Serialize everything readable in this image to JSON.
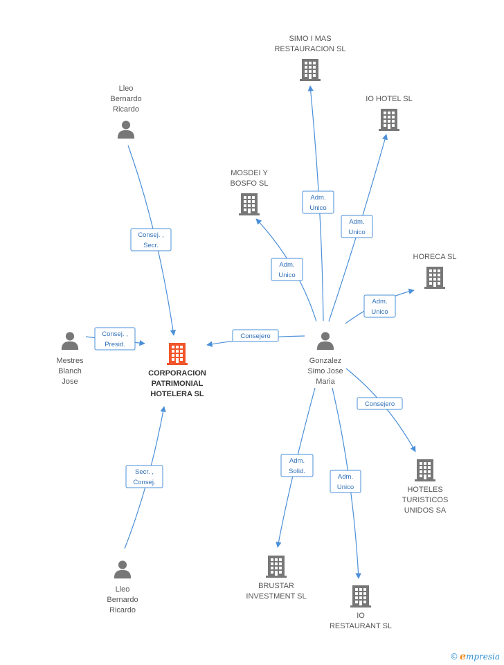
{
  "nodes": [
    {
      "id": "corporacion",
      "type": "company",
      "main": true,
      "label": [
        "CORPORACION",
        "PATRIMONIAL",
        "HOTELERA SL"
      ]
    },
    {
      "id": "lleo-top",
      "type": "person",
      "label": [
        "Lleo",
        "Bernardo",
        "Ricardo"
      ]
    },
    {
      "id": "mestres",
      "type": "person",
      "label": [
        "Mestres",
        "Blanch",
        "Jose"
      ]
    },
    {
      "id": "lleo-bottom",
      "type": "person",
      "label": [
        "Lleo",
        "Bernardo",
        "Ricardo"
      ]
    },
    {
      "id": "gonzalez",
      "type": "person",
      "label": [
        "Gonzalez",
        "Simo Jose",
        "Maria"
      ]
    },
    {
      "id": "simo-i-mas",
      "type": "company",
      "label": [
        "SIMO I MAS",
        "RESTAURACION SL"
      ]
    },
    {
      "id": "io-hotel",
      "type": "company",
      "label": [
        "IO HOTEL SL"
      ]
    },
    {
      "id": "mosdei",
      "type": "company",
      "label": [
        "MOSDEI Y",
        "BOSFO SL"
      ]
    },
    {
      "id": "horeca",
      "type": "company",
      "label": [
        "HORECA SL"
      ]
    },
    {
      "id": "hoteles",
      "type": "company",
      "label": [
        "HOTELES",
        "TURISTICOS",
        "UNIDOS SA"
      ]
    },
    {
      "id": "brustar",
      "type": "company",
      "label": [
        "BRUSTAR",
        "INVESTMENT SL"
      ]
    },
    {
      "id": "io-restaurant",
      "type": "company",
      "label": [
        "IO",
        "RESTAURANT SL"
      ]
    }
  ],
  "edges": [
    {
      "id": "lleo-top-corp",
      "label": [
        "Consej. ,",
        "Secr."
      ]
    },
    {
      "id": "mestres-corp",
      "label": [
        "Consej. ,",
        "Presid."
      ]
    },
    {
      "id": "lleo-bottom-corp",
      "label": [
        "Secr. ,",
        "Consej."
      ]
    },
    {
      "id": "gonzalez-corp",
      "label": [
        "Consejero"
      ]
    },
    {
      "id": "gonzalez-mosdei",
      "label": [
        "Adm.",
        "Unico"
      ]
    },
    {
      "id": "gonzalez-simo",
      "label": [
        "Adm.",
        "Unico"
      ]
    },
    {
      "id": "gonzalez-iohotel",
      "label": [
        "Adm.",
        "Unico"
      ]
    },
    {
      "id": "gonzalez-horeca",
      "label": [
        "Adm.",
        "Unico"
      ]
    },
    {
      "id": "gonzalez-hoteles",
      "label": [
        "Consejero"
      ]
    },
    {
      "id": "gonzalez-brustar",
      "label": [
        "Adm.",
        "Solid."
      ]
    },
    {
      "id": "gonzalez-iorestaurant",
      "label": [
        "Adm.",
        "Unico"
      ]
    }
  ],
  "brand": {
    "copyright": "©",
    "initial": "e",
    "rest": "mpresia"
  },
  "colors": {
    "edge": "#4a8fd8",
    "edge_text": "#2f6fb8",
    "icon": "#777777",
    "main_icon": "#f0552b"
  }
}
